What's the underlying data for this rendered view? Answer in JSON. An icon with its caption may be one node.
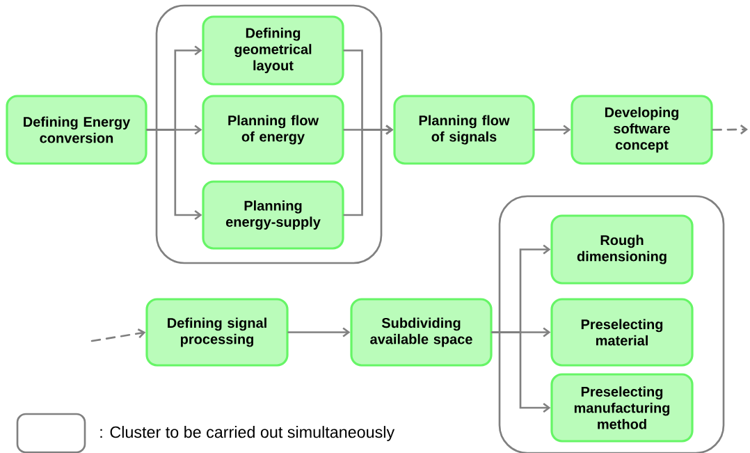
{
  "diagram": {
    "nodes": [
      {
        "text": [],
        "shape": "box"
      },
      {
        "text": [
          "Defining Energy conversion"
        ]
      },
      {
        "text": [
          "Defining geometrical layout"
        ],
        "in": 0
      },
      {
        "text": [
          "Planning flow of energy"
        ],
        "in": 0
      },
      {
        "text": [
          "Planning energy-supply"
        ],
        "in": 0
      },
      {
        "text": [
          "Planning flow of signals"
        ]
      },
      {
        "text": [
          "Developing software concept"
        ]
      },
      {
        "text": [
          "Defining signal processing"
        ]
      },
      {
        "text": [
          "Subdividing available space"
        ]
      },
      {
        "text": [],
        "shape": "box"
      },
      {
        "text": [
          "Rough dimensioning"
        ],
        "in": 9
      },
      {
        "text": [
          "Preselecting material"
        ],
        "in": 9
      },
      {
        "text": [
          "Preselecting manufacturing method"
        ],
        "in": 9
      }
    ],
    "edges": [
      {
        "from": 1,
        "to": 2,
        "arrow": "to"
      },
      {
        "from": 1,
        "to": 3,
        "arrow": "to"
      },
      {
        "from": 1,
        "to": 4,
        "arrow": "to"
      },
      {
        "from": 2,
        "to": 5,
        "arrow": "to"
      },
      {
        "from": 3,
        "to": 5,
        "arrow": "to"
      },
      {
        "from": 4,
        "to": 5,
        "arrow": "to"
      },
      {
        "from": 5,
        "to": 6,
        "arrow": "to"
      },
      {
        "from": 6,
        "to": null,
        "arrow": "to",
        "style": "dashed"
      },
      {
        "from": null,
        "to": 7,
        "arrow": "to",
        "style": "dashed"
      },
      {
        "from": 7,
        "to": 8,
        "arrow": "to"
      },
      {
        "from": 8,
        "to": 10,
        "arrow": "to"
      },
      {
        "from": 8,
        "to": 11,
        "arrow": "to"
      },
      {
        "from": 8,
        "to": 12,
        "arrow": "to"
      }
    ],
    "legend": [
      {
        "text": ": Cluster to be carried out simultaneously"
      }
    ]
  }
}
